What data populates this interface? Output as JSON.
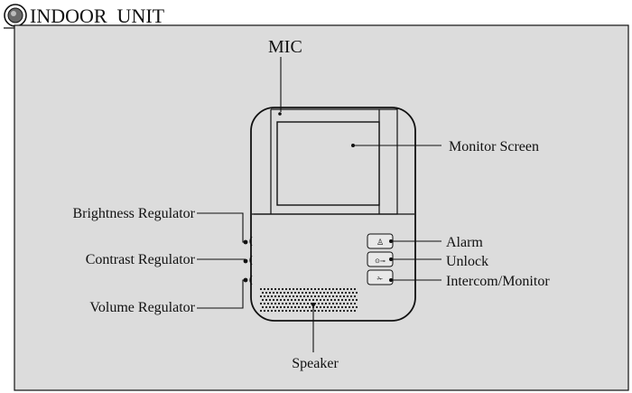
{
  "header": {
    "title": "INDOOR  UNIT",
    "icon": "disc-bullet-icon"
  },
  "labels": {
    "mic": "MIC",
    "monitor_screen": "Monitor Screen",
    "brightness": "Brightness Regulator",
    "contrast": "Contrast Regulator",
    "volume": "Volume Regulator",
    "alarm": "Alarm",
    "unlock": "Unlock",
    "intercom": "Intercom/Monitor",
    "speaker": "Speaker"
  },
  "colors": {
    "panel_bg": "#dcdcdc",
    "ink": "#111111",
    "paper": "#ffffff"
  }
}
